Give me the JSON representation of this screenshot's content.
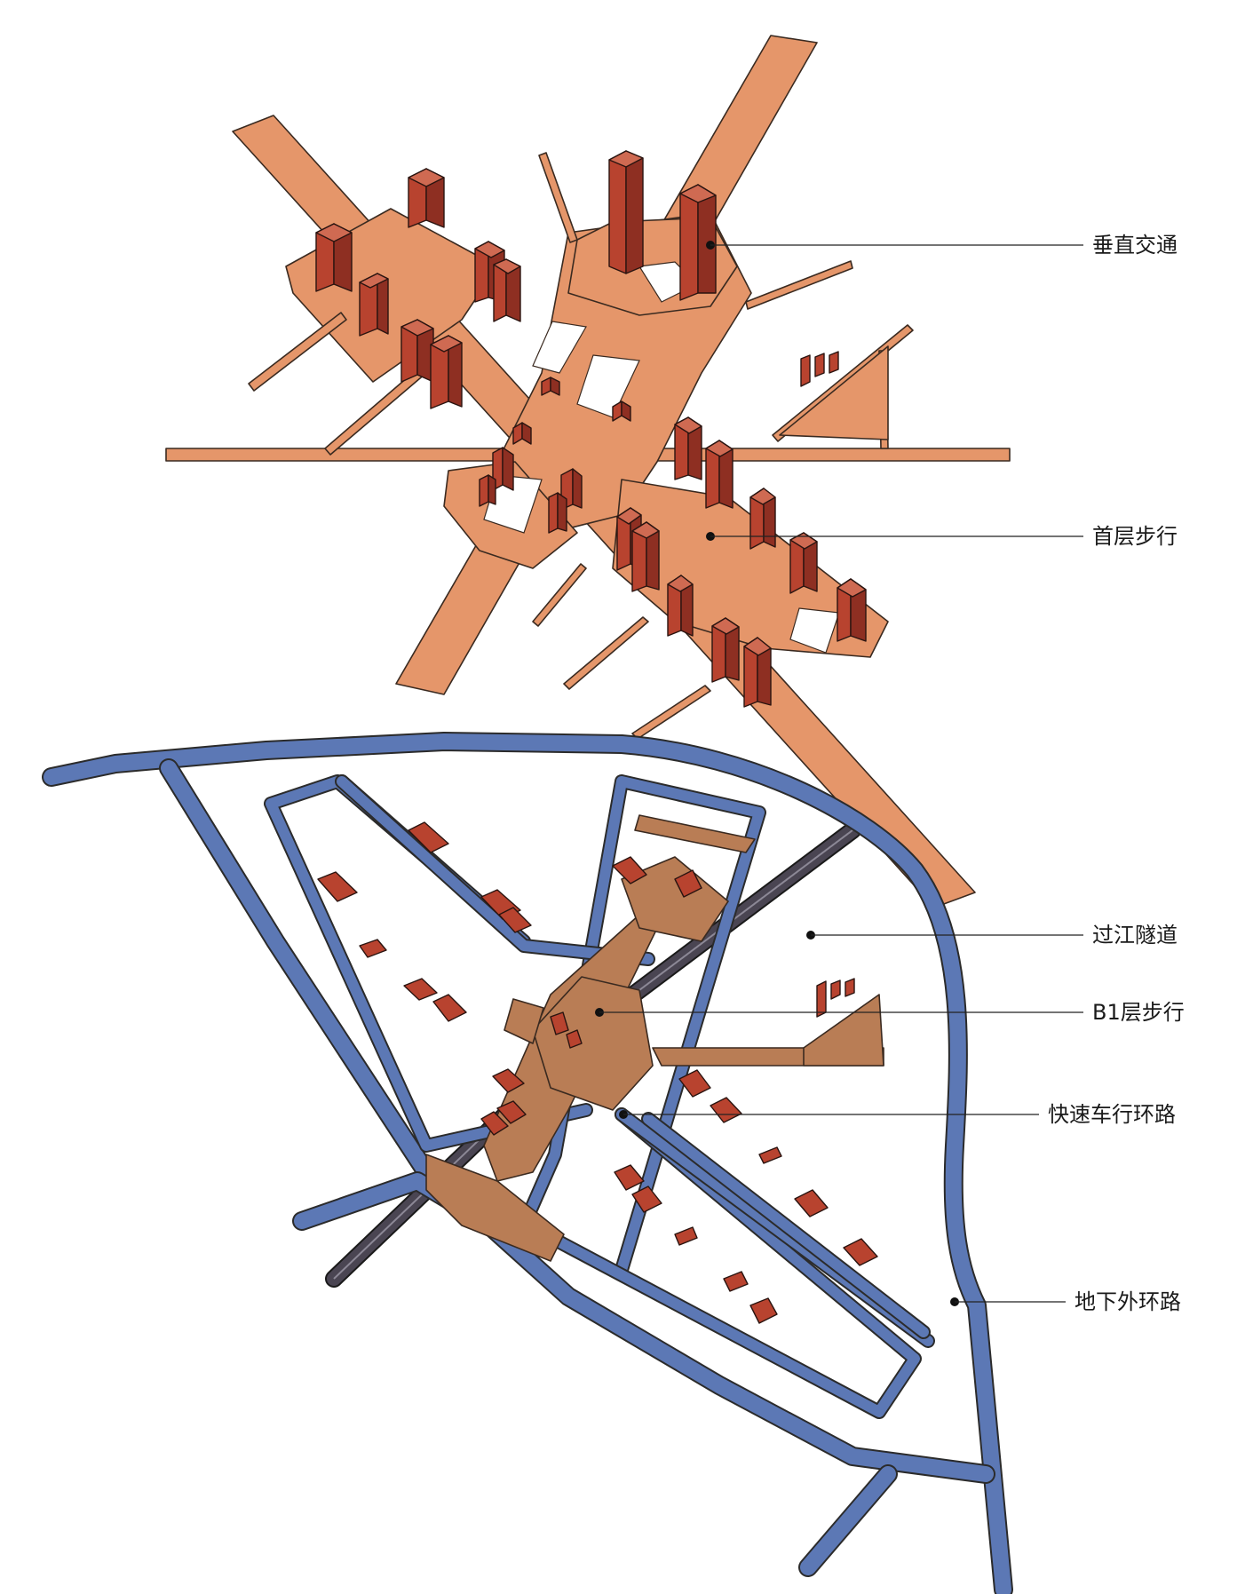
{
  "labels": {
    "vertical_transport": "垂直交通",
    "ground_walk": "首层步行",
    "river_tunnel": "过江隧道",
    "b1_walk": "B1层步行",
    "express_ring": "快速车行环路",
    "underground_ring": "地下外环路"
  },
  "colors": {
    "ground_plaza": "#E5966A",
    "b1_plaza": "#B97D55",
    "building": "#B8432F",
    "road": "#5C78B5",
    "tunnel": "#4a4552"
  }
}
